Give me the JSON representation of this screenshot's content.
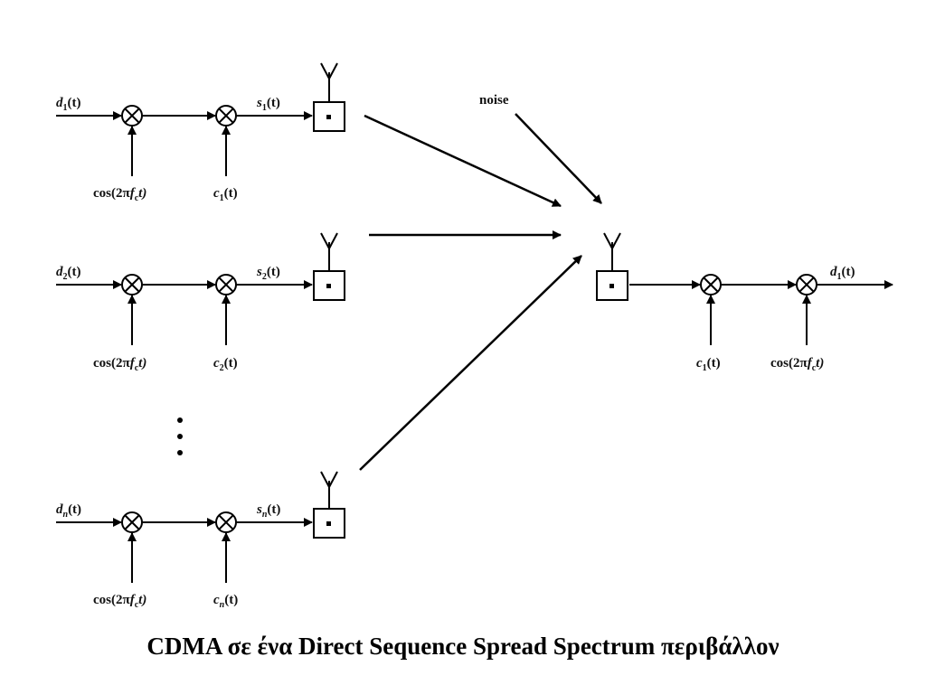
{
  "caption": "CDMA σε ένα Direct Sequence Spread Spectrum περιβάλλον",
  "noise_label": "noise",
  "transmitters": [
    {
      "data": {
        "base": "d",
        "sub": "1",
        "arg": "(t)"
      },
      "carrier": {
        "pre": "cos(2π",
        "f": "f",
        "sub": "c",
        "post": "t)"
      },
      "code": {
        "base": "c",
        "sub": "1",
        "arg": "(t)"
      },
      "signal": {
        "base": "s",
        "sub": "1",
        "arg": "(t)"
      }
    },
    {
      "data": {
        "base": "d",
        "sub": "2",
        "arg": "(t)"
      },
      "carrier": {
        "pre": "cos(2π",
        "f": "f",
        "sub": "c",
        "post": "t)"
      },
      "code": {
        "base": "c",
        "sub": "2",
        "arg": "(t)"
      },
      "signal": {
        "base": "s",
        "sub": "2",
        "arg": "(t)"
      }
    },
    {
      "data": {
        "base": "d",
        "sub": "n",
        "arg": "(t)"
      },
      "carrier": {
        "pre": "cos(2π",
        "f": "f",
        "sub": "c",
        "post": "t)"
      },
      "code": {
        "base": "c",
        "sub": "n",
        "arg": "(t)"
      },
      "signal": {
        "base": "s",
        "sub": "n",
        "arg": "(t)"
      }
    }
  ],
  "receiver": {
    "code": {
      "base": "c",
      "sub": "1",
      "arg": "(t)"
    },
    "carrier": {
      "pre": "cos(2π",
      "f": "f",
      "sub": "c",
      "post": "t)"
    },
    "output": {
      "base": "d",
      "sub": "1",
      "arg": "(t)"
    }
  }
}
